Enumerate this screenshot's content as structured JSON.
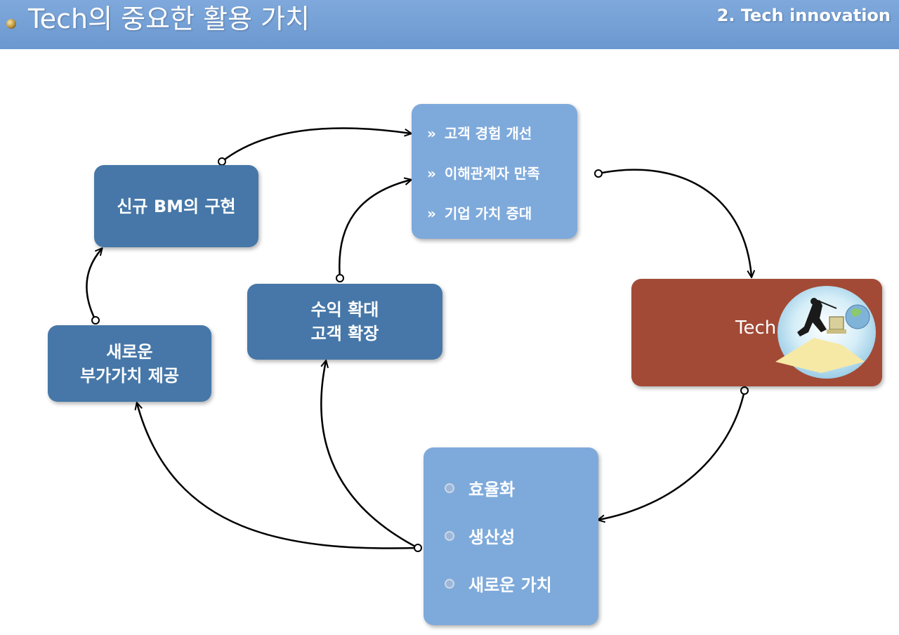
{
  "header": {
    "title": "Tech의 중요한 활용 가치",
    "section": "2. Tech innovation"
  },
  "diagram": {
    "values_box": {
      "items": [
        "고객 경험 개선",
        "이해관계자 만족",
        "기업 가치 증대"
      ],
      "marker": "»"
    },
    "bm_box": {
      "label": "신규 BM의 구현"
    },
    "revenue_box": {
      "line1": "수익 확대",
      "line2": "고객 확장"
    },
    "new_value_box": {
      "line1": "새로운",
      "line2": "부가가치 제공"
    },
    "tech_box": {
      "label": "Tech"
    },
    "effects_box": {
      "items": [
        "효율화",
        "생산성",
        "새로운 가치"
      ]
    }
  },
  "colors": {
    "header": "#7fa9dc",
    "dark_box": "#4677a8",
    "light_box": "#7eaadb",
    "tech_box": "#a24a36",
    "arrow": "#000000"
  }
}
